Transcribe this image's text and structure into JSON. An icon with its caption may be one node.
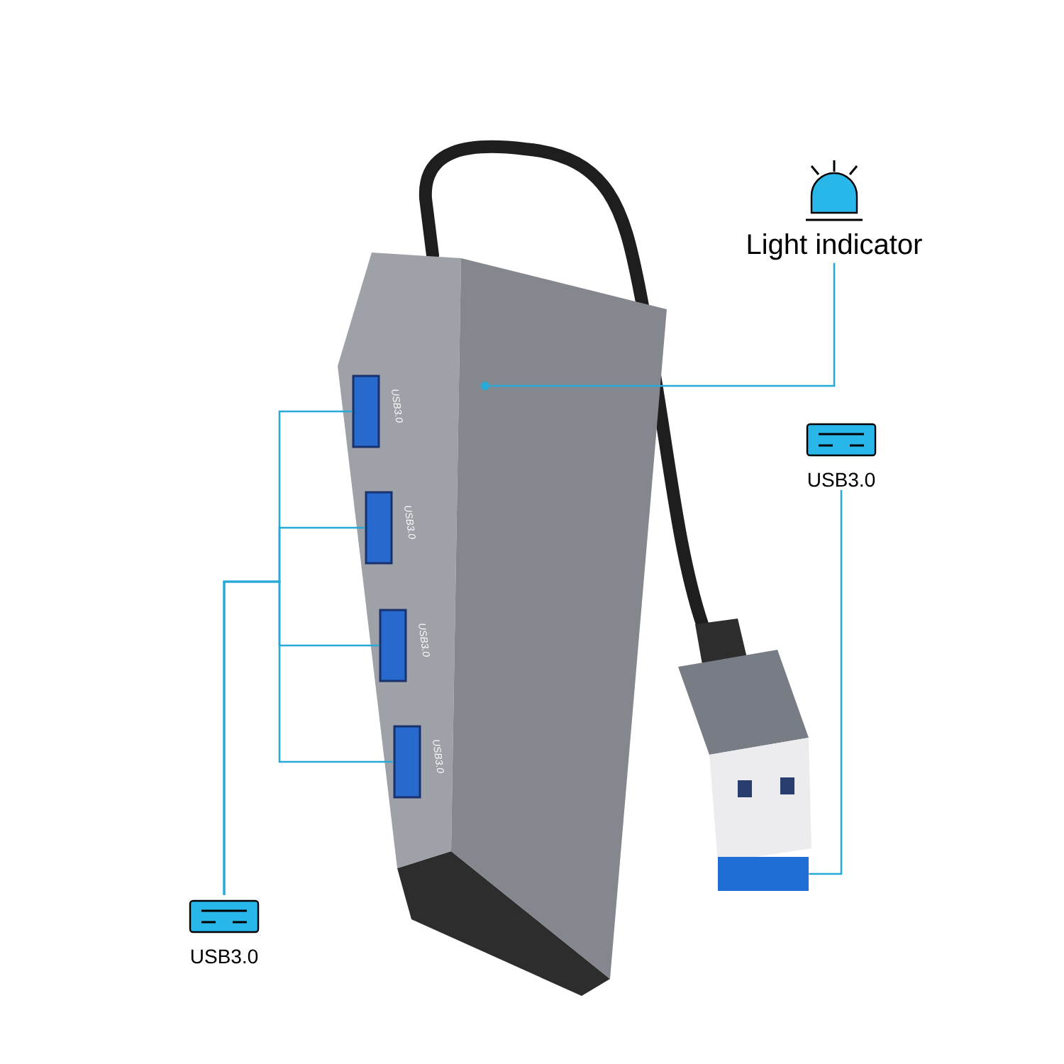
{
  "diagram": {
    "nodes": [
      {
        "text": [
          "Light indicator"
        ]
      },
      {
        "text": [],
        "shape": "circle"
      },
      {
        "text": [],
        "shape": "box",
        "beside": [
          "USB3.0"
        ]
      },
      {
        "text": [],
        "shape": "box",
        "beside": [
          "USB3.0"
        ]
      },
      {
        "text": [],
        "shape": "box",
        "beside": [
          "USB3.0"
        ]
      },
      {
        "text": [],
        "shape": "box",
        "beside": [
          "USB3.0"
        ]
      },
      {
        "text": [
          "USB3.0"
        ]
      },
      {
        "text": [
          "USB3.0"
        ]
      },
      {
        "text": [],
        "shape": "box"
      }
    ],
    "edges": [
      {
        "from": 0,
        "to": 1,
        "arrow": "none"
      },
      {
        "from": 6,
        "to": 2,
        "arrow": "none"
      },
      {
        "from": 6,
        "to": 3,
        "arrow": "none"
      },
      {
        "from": 6,
        "to": 4,
        "arrow": "none"
      },
      {
        "from": 6,
        "to": 5,
        "arrow": "none"
      },
      {
        "from": 7,
        "to": 8,
        "arrow": "none"
      }
    ]
  }
}
